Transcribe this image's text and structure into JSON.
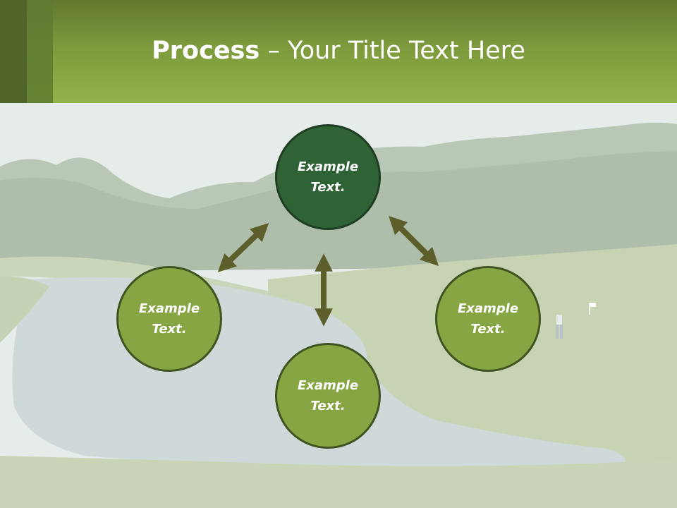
{
  "header": {
    "title_bold": "Process",
    "title_rest": " – Your Title Text Here"
  },
  "diagram": {
    "nodes": [
      {
        "id": "top",
        "text": "Example Text."
      },
      {
        "id": "left",
        "text": "Example Text."
      },
      {
        "id": "right",
        "text": "Example Text."
      },
      {
        "id": "bottom",
        "text": "Example Text."
      }
    ]
  },
  "colors": {
    "header_top": "#62782f",
    "header_bottom": "#93b24a",
    "node_dark": "#2f6235",
    "node_light": "#87a543",
    "arrow": "#5c5f2b"
  }
}
